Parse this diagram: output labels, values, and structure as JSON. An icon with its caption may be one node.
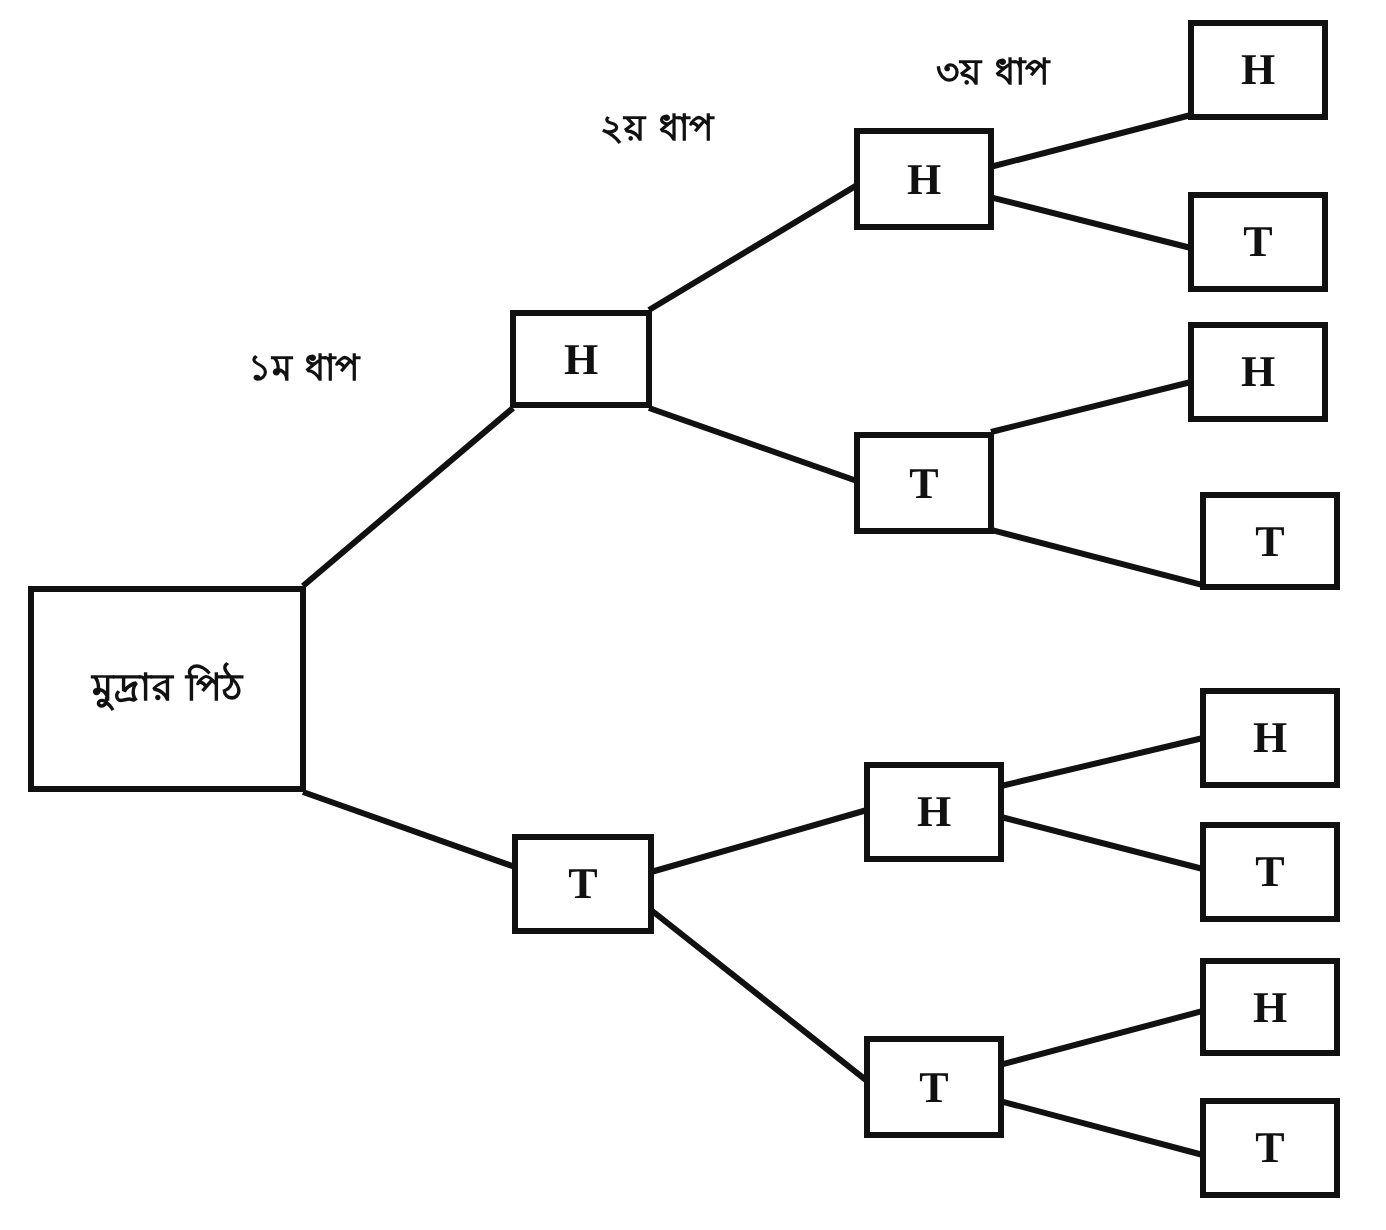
{
  "diagram": {
    "nodes": [
      {
        "text": [
          "মুদ্রার পিঠ"
        ]
      },
      {
        "text": [
          "H"
        ]
      },
      {
        "text": [
          "H"
        ]
      },
      {
        "text": [
          "H"
        ]
      },
      {
        "text": [
          "T"
        ]
      },
      {
        "text": [
          "T"
        ]
      },
      {
        "text": [
          "H"
        ]
      },
      {
        "text": [
          "T"
        ]
      },
      {
        "text": [
          "T"
        ]
      },
      {
        "text": [
          "H"
        ]
      },
      {
        "text": [
          "H"
        ]
      },
      {
        "text": [
          "T"
        ]
      },
      {
        "text": [
          "T"
        ]
      },
      {
        "text": [
          "H"
        ]
      },
      {
        "text": [
          "T"
        ]
      }
    ],
    "edges": [
      {
        "from": 0,
        "to": 1,
        "arrow": "none"
      },
      {
        "from": 1,
        "to": 2,
        "arrow": "none"
      },
      {
        "from": 2,
        "to": 3,
        "arrow": "none"
      },
      {
        "from": 2,
        "to": 4,
        "arrow": "none"
      },
      {
        "from": 1,
        "to": 5,
        "arrow": "none"
      },
      {
        "from": 5,
        "to": 6,
        "arrow": "none"
      },
      {
        "from": 5,
        "to": 7,
        "arrow": "none"
      },
      {
        "from": 0,
        "to": 8,
        "arrow": "none"
      },
      {
        "from": 8,
        "to": 9,
        "arrow": "none"
      },
      {
        "from": 9,
        "to": 10,
        "arrow": "none"
      },
      {
        "from": 9,
        "to": 11,
        "arrow": "none"
      },
      {
        "from": 8,
        "to": 12,
        "arrow": "none"
      },
      {
        "from": 12,
        "to": 13,
        "arrow": "none"
      },
      {
        "from": 12,
        "to": 14,
        "arrow": "none"
      }
    ],
    "labels": [
      "৩য় ধাপ",
      "২য় ধাপ",
      "১ম ধাপ"
    ]
  }
}
